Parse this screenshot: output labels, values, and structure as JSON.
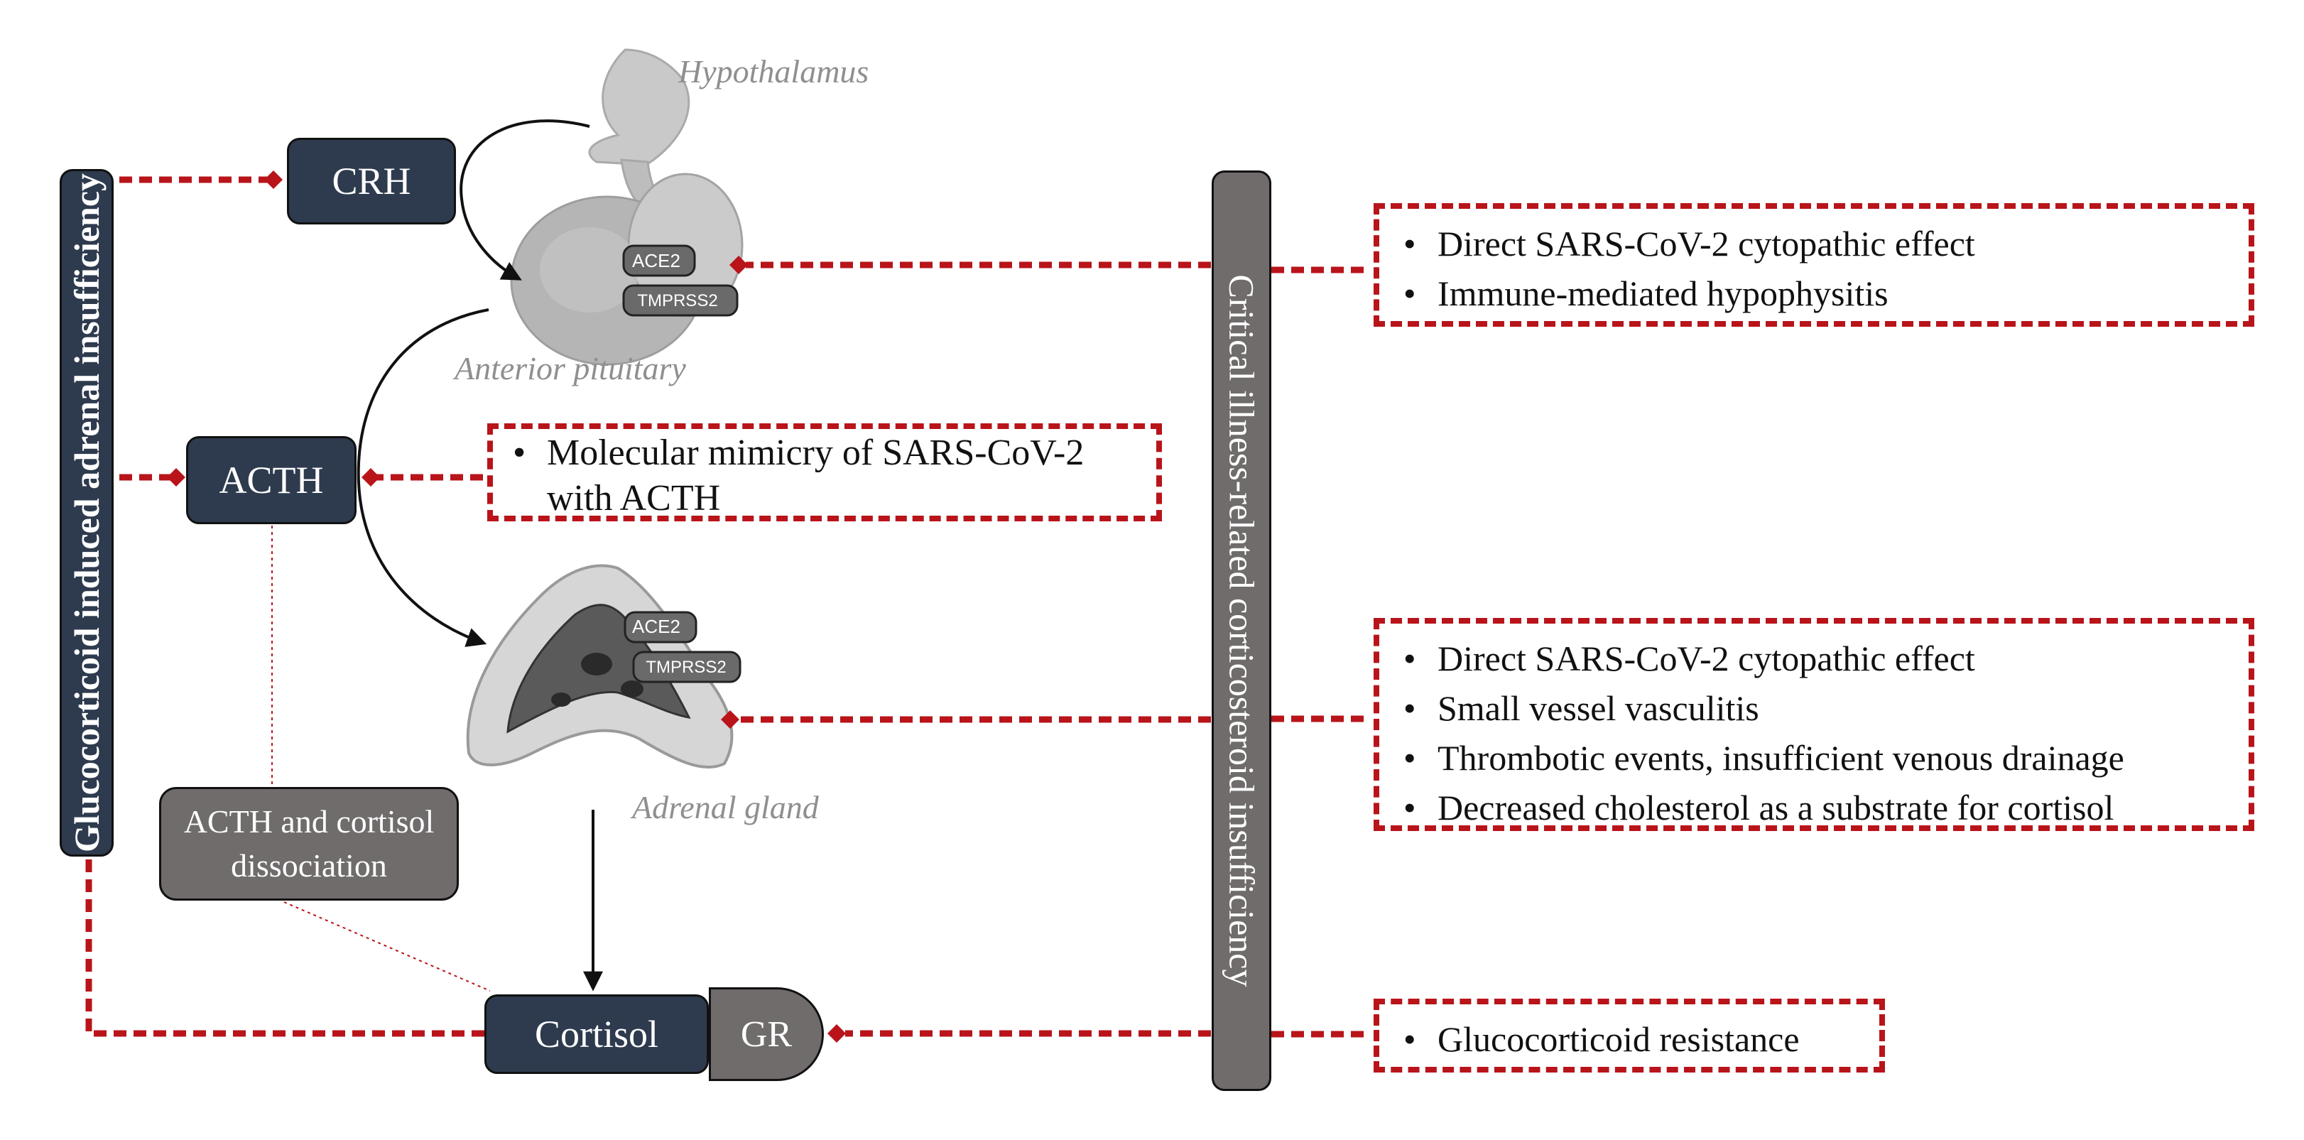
{
  "hormones": {
    "crh": "CRH",
    "acth": "ACTH",
    "cortisol": "Cortisol",
    "gr": "GR"
  },
  "dissociation_label": "ACTH and cortisol dissociation",
  "organs": {
    "hypothalamus": "Hypothalamus",
    "anterior_pituitary": "Anterior pituitary",
    "adrenal_gland": "Adrenal gland"
  },
  "receptors": {
    "ace2": "ACE2",
    "tmprss2": "TMPRSS2"
  },
  "side_bars": {
    "left": "Glucocorticoid induced adrenal insufficiency",
    "center": "Critical illness-related corticosteroid insufficiency"
  },
  "mechanisms": {
    "pituitary": [
      "Direct SARS-CoV-2 cytopathic effect",
      "Immune-mediated hypophysitis"
    ],
    "acth": [
      "Molecular mimicry of SARS-CoV-2 with ACTH"
    ],
    "adrenal": [
      "Direct SARS-CoV-2 cytopathic effect",
      "Small vessel vasculitis",
      "Thrombotic events, insufficient venous drainage",
      "Decreased cholesterol as a substrate for cortisol"
    ],
    "receptor": [
      "Glucocorticoid resistance"
    ]
  },
  "colors": {
    "hormone_box": "#2e3b4e",
    "grey_box": "#706c6c",
    "accent_red": "#b8141a",
    "organ_label": "#8f8f8f"
  }
}
